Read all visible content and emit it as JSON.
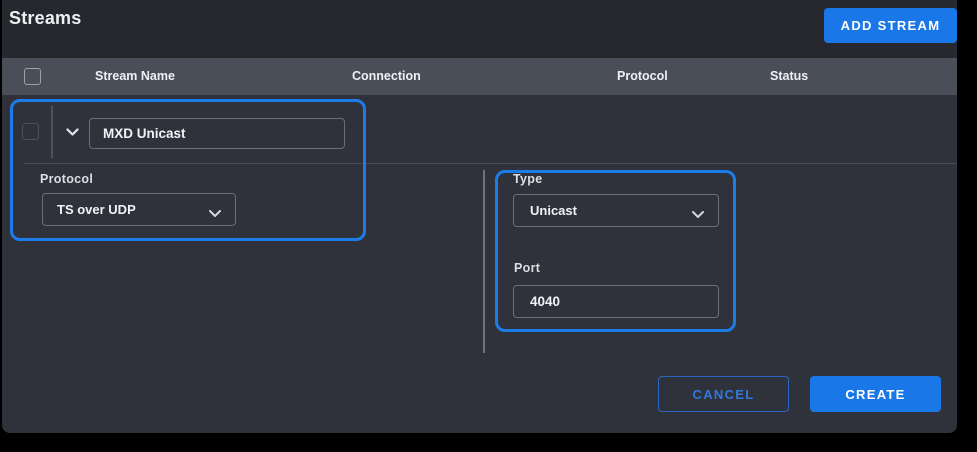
{
  "header": {
    "title": "Streams",
    "add_stream_button": "ADD STREAM"
  },
  "table": {
    "columns": [
      "Stream Name",
      "Connection",
      "Protocol",
      "Status"
    ]
  },
  "stream_editor": {
    "name_value": "MXD Unicast",
    "protocol_label": "Protocol",
    "protocol_value": "TS over UDP",
    "type_label": "Type",
    "type_value": "Unicast",
    "port_label": "Port",
    "port_value": "4040",
    "cancel_button": "CANCEL",
    "create_button": "CREATE"
  },
  "icons": {
    "row_expander": "chevron-down-icon",
    "protocol_dropdown": "chevron-down-icon",
    "type_dropdown": "chevron-down-icon"
  },
  "colors": {
    "accent_blue": "#1a77e8",
    "highlight_border": "#1e7ce8",
    "header_band": "#4a4e59",
    "panel_body": "#2f323b",
    "panel_top": "#26282e",
    "page_background": "#000000"
  }
}
